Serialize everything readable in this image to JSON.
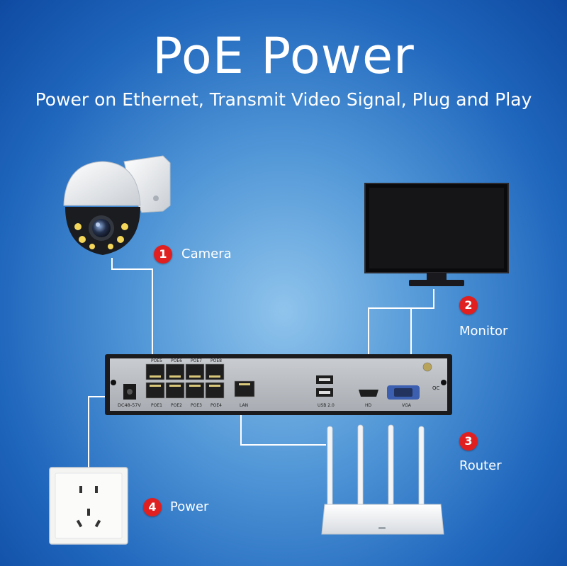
{
  "header": {
    "title": "PoE Power",
    "subtitle": "Power on Ethernet, Transmit Video Signal, Plug and Play"
  },
  "devices": {
    "camera": {
      "number": "1",
      "label": "Camera"
    },
    "monitor": {
      "number": "2",
      "label": "Monitor"
    },
    "router": {
      "number": "3",
      "label": "Router"
    },
    "power": {
      "number": "4",
      "label": "Power"
    }
  },
  "nvr": {
    "power_label": "DC48-57V",
    "top_ports": [
      "POE5",
      "POE6",
      "POE7",
      "POE8"
    ],
    "bottom_ports": [
      "POE1",
      "POE2",
      "POE3",
      "POE4"
    ],
    "lan_label": "LAN",
    "usb_label": "USB 2.0",
    "hd_label": "HD",
    "vga_label": "VGA",
    "qc_label": "QC"
  },
  "colors": {
    "badge": "#e02020",
    "wire": "#ffffff",
    "background": "#2a74c8"
  }
}
